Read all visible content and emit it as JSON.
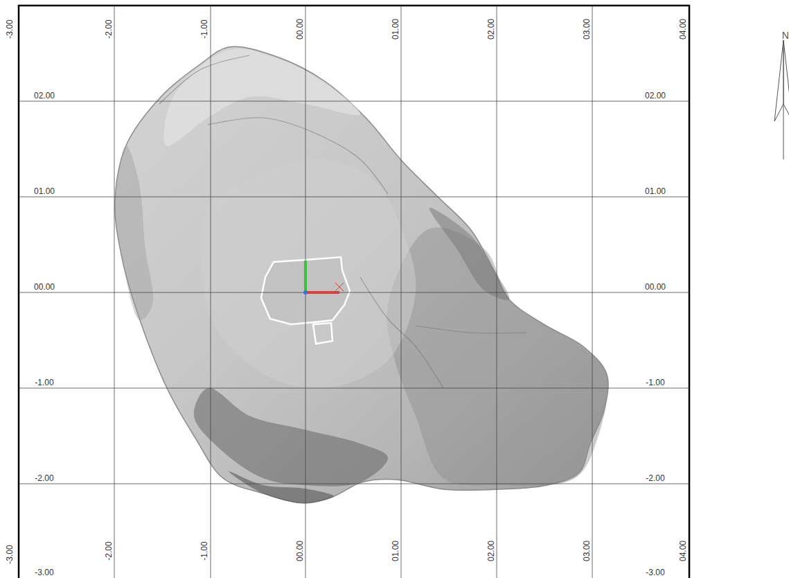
{
  "diagram": {
    "labels": [
      "-3.00",
      "-2.00",
      "-1.00",
      "00.00",
      "01.00",
      "02.00",
      "03.00",
      "04.00",
      "02.00",
      "01.00",
      "00.00",
      "-1.00",
      "-2.00",
      "-3.00",
      "02.00",
      "01.00",
      "00.00",
      "-1.00",
      "-2.00",
      "-3.00",
      "-3.00",
      "-2.00",
      "-1.00",
      "00.00",
      "01.00",
      "02.00",
      "03.00",
      "04.00",
      "N"
    ]
  }
}
